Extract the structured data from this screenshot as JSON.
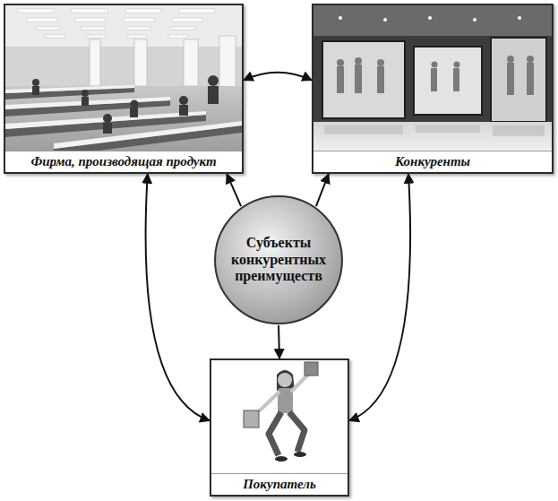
{
  "diagram": {
    "nodes": [
      {
        "text": [
          "Фирма, производящая продукт"
        ]
      },
      {
        "text": [
          "Конкуренты"
        ]
      },
      {
        "text": [
          "Субъекты конкурентных преимуществ"
        ]
      },
      {
        "text": [
          "Покупатель"
        ]
      }
    ],
    "edges": [
      {
        "from": 2,
        "to": 0,
        "arrow": "to"
      },
      {
        "from": 2,
        "to": 1,
        "arrow": "to"
      },
      {
        "from": 2,
        "to": 3,
        "arrow": "to"
      },
      {
        "from": 0,
        "to": 1,
        "arrow": "both"
      },
      {
        "from": 0,
        "to": 3,
        "arrow": "both"
      },
      {
        "from": 1,
        "to": 3,
        "arrow": "both"
      }
    ]
  }
}
